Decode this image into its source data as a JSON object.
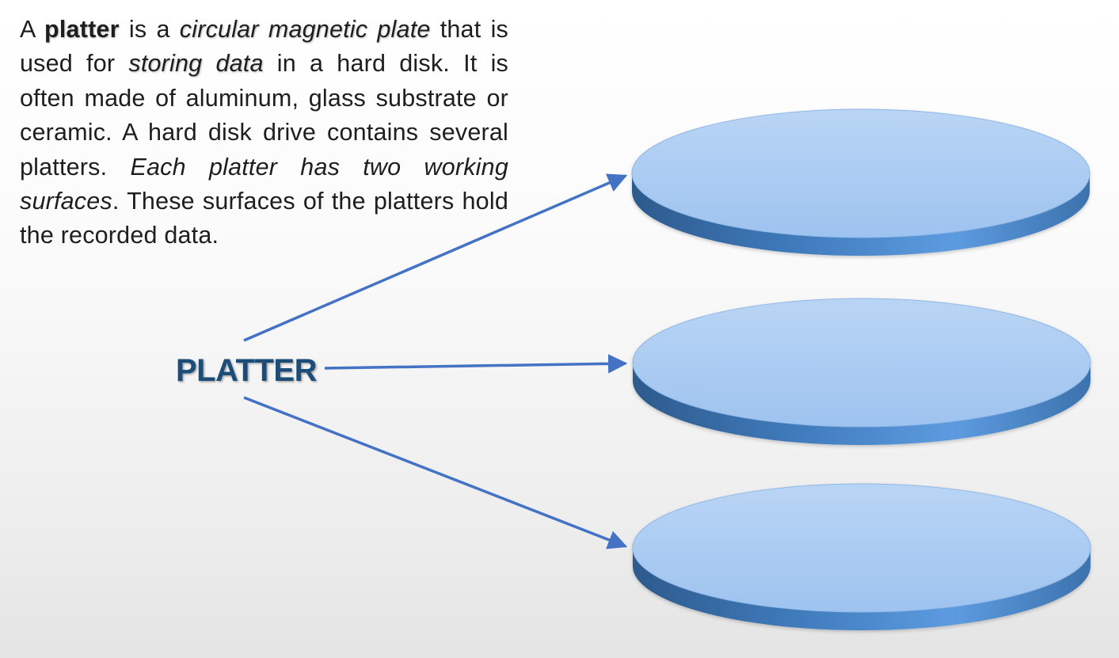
{
  "description": {
    "part1": "A ",
    "term": "platter",
    "part2": " is a ",
    "emph1": "circular magnetic plate",
    "part3": " that is used for ",
    "emph2": "storing data",
    "part4": " in a hard disk. It is often made of aluminum, glass substrate or ceramic. A hard disk drive contains several platters. ",
    "emph3": "Each platter has two working surfaces",
    "part5": ". These surfaces of the platters hold the recorded data."
  },
  "diagram": {
    "label": "PLATTER",
    "label_color": "#1f4e79",
    "arrow_color": "#4472c4",
    "platter_top_color": "#a7c8ef",
    "platter_side_color": "#4a86c8",
    "platter_count": 3
  }
}
